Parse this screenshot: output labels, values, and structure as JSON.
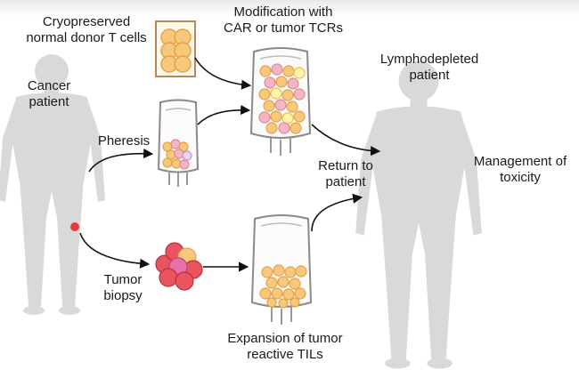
{
  "labels": {
    "cryopreserved": [
      "Cryopreserved",
      "normal donor T cells"
    ],
    "modification": [
      "Modification with",
      "CAR or tumor TCRs"
    ],
    "cancer_patient": [
      "Cancer",
      "patient"
    ],
    "lymphodepleted_patient": [
      "Lymphodepleted",
      "patient"
    ],
    "pheresis": "Pheresis",
    "return_to_patient": [
      "Return to",
      "patient"
    ],
    "management_of_toxicity": [
      "Management of",
      "toxicity"
    ],
    "tumor_biopsy": [
      "Tumor",
      "biopsy"
    ],
    "expansion": [
      "Expansion of tumor",
      "reactive TILs"
    ]
  },
  "colors": {
    "body": "#d9d9d9",
    "bag_outline": "#8a8a8a",
    "cell_fill": "#f7c77a",
    "cell_stroke": "#e3a24a",
    "tumor_red": "#e8545f",
    "tumor_pink": "#e86fa8",
    "arrow": "#111111"
  }
}
